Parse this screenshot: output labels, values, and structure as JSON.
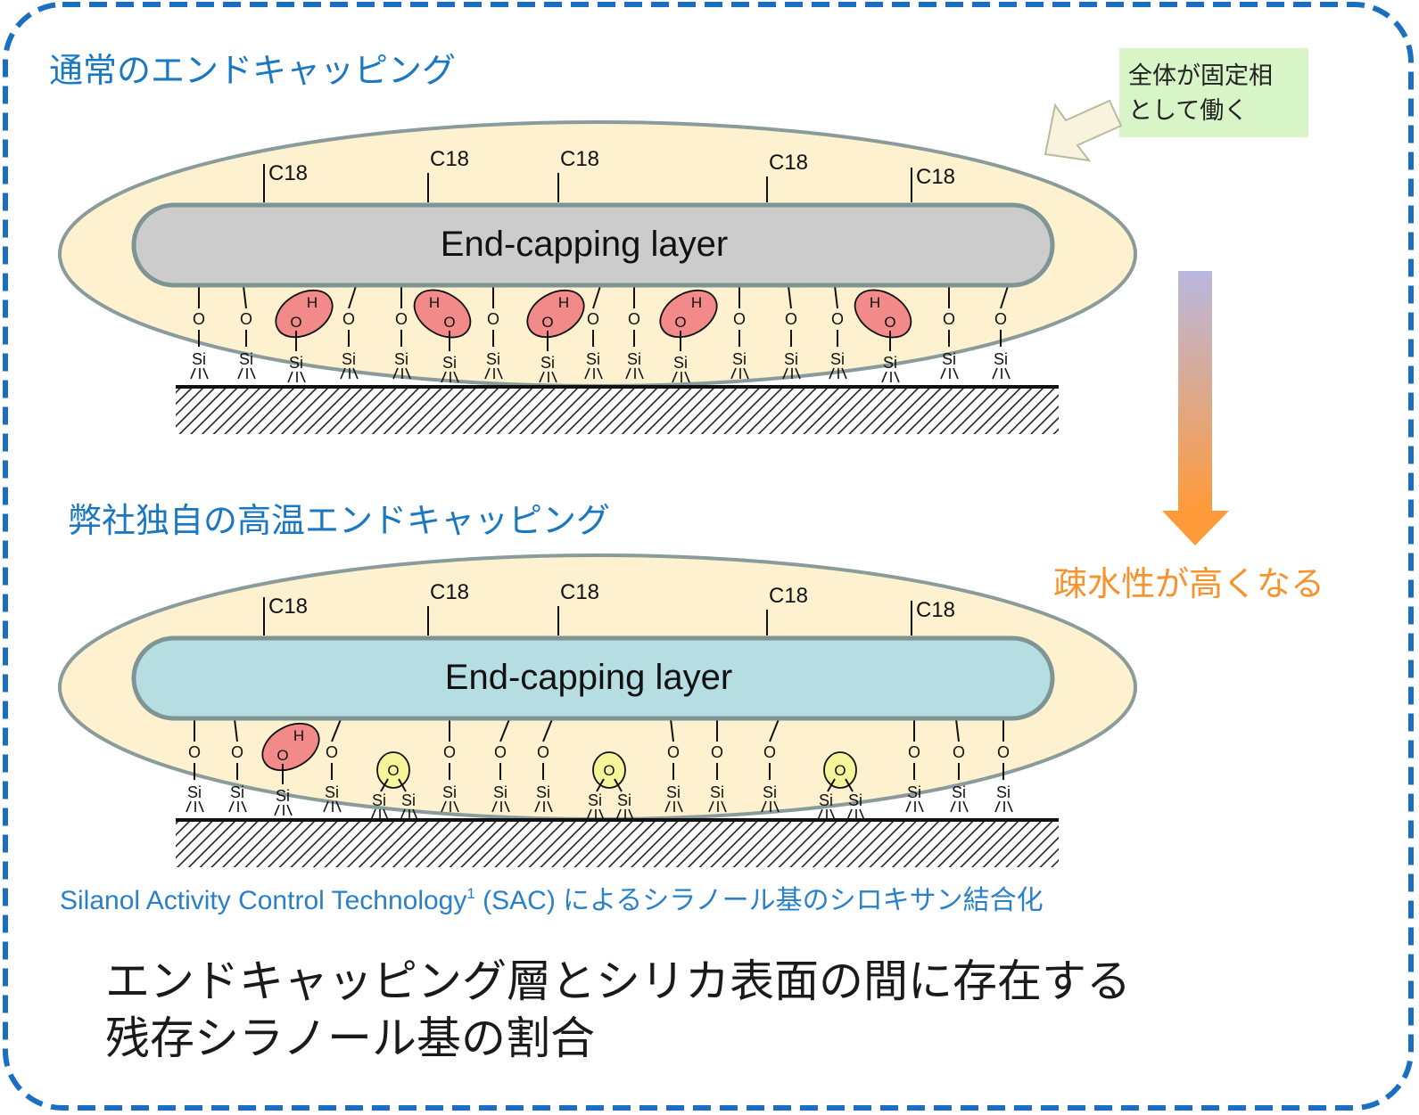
{
  "colors": {
    "frame": "#1b6fc2",
    "title_blue": "#1a78c2",
    "caption_blue": "#2a80c8",
    "orange": "#f6932c",
    "ellipse_fill": "#fdf1cf",
    "ellipse_stroke": "#8a9b9b",
    "layer_top_fill": "#cccccc",
    "layer_bottom_fill": "#b6dde1",
    "layer_stroke": "#7f9595",
    "silanol_fill": "#f28a8a",
    "siloxane_fill": "#f7f59a",
    "note_fill": "#d8f5c8",
    "arrow_top": "#b9b8e0",
    "arrow_bottom": "#ff9a3a"
  },
  "top": {
    "title": "通常のエンドキャッピング",
    "layer_label": "End-capping layer",
    "chain_label": "C18",
    "oxygen_label": "O",
    "hydrogen_label": "H",
    "silicon_label": "Si"
  },
  "bottom": {
    "title": "弊社独自の高温エンドキャッピング",
    "layer_label": "End-capping layer",
    "chain_label": "C18",
    "oxygen_label": "O",
    "hydrogen_label": "H",
    "silicon_label": "Si"
  },
  "note": {
    "line1": "全体が固定相",
    "line2": "として働く"
  },
  "side": {
    "label": "疎水性が高くなる"
  },
  "sac": {
    "prefix": "Silanol Activity Control Technology",
    "sup": "1",
    "suffix": " (SAC) によるシラノール基のシロキサン結合化"
  },
  "footer": {
    "line1": "エンドキャッピング層とシリカ表面の間に存在する",
    "line2": "残存シラノール基の割合"
  }
}
